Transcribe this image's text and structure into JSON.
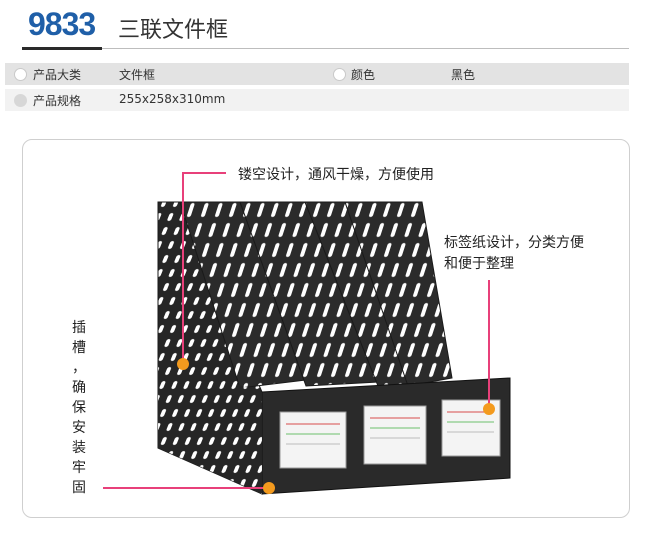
{
  "header": {
    "model": "9833",
    "title": "三联文件框"
  },
  "specs": {
    "row1": {
      "label1": "产品大类",
      "value1": "文件框",
      "label2": "颜色",
      "value2": "黑色"
    },
    "row2": {
      "label1": "产品规格",
      "value1": "255x258x310mm"
    }
  },
  "callouts": {
    "top": "镂空设计，通风干燥，方便使用",
    "right_line1": "标签纸设计，分类方便",
    "right_line2": "和便于整理",
    "left_vertical": [
      "插",
      "槽",
      "，",
      "确",
      "保",
      "安",
      "装",
      "牢",
      "固"
    ]
  },
  "colors": {
    "accent_blue": "#1f5fa8",
    "marker_orange": "#f39a1e",
    "leader_pink": "#e8407a",
    "product_black": "#2b2b2b"
  }
}
